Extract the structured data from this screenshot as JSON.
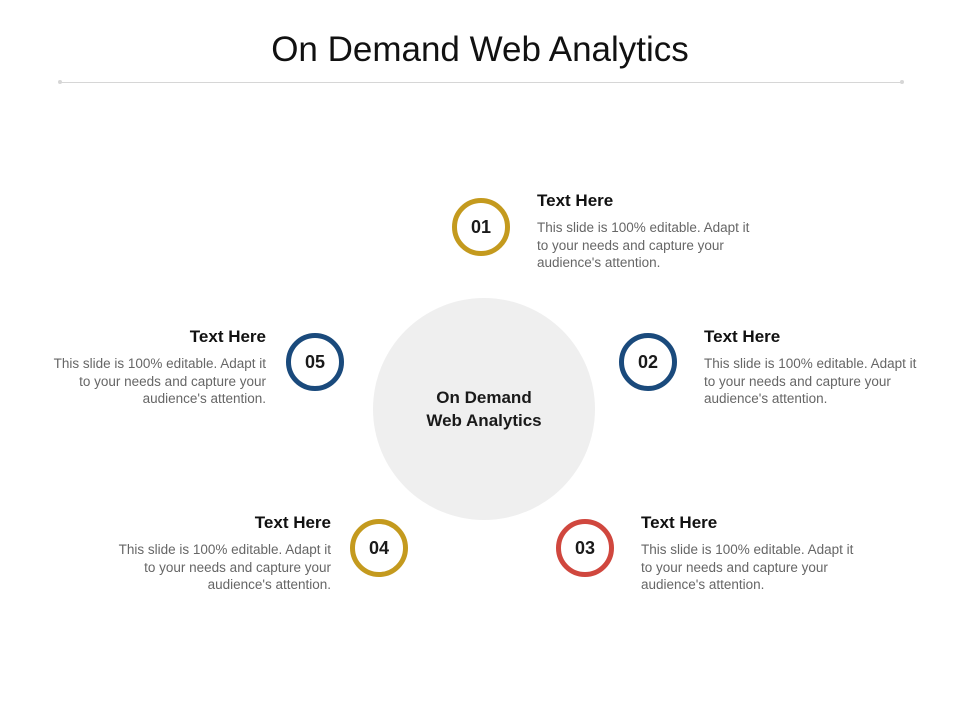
{
  "title": "On Demand Web Analytics",
  "center": {
    "line1": "On Demand",
    "line2": "Web Analytics"
  },
  "colors": {
    "gold": "#c49a1e",
    "navy": "#1a4a7c",
    "red": "#d0473e",
    "hub": "#efefef"
  },
  "items": [
    {
      "number": "01",
      "heading": "Text Here",
      "text": "This slide is 100% editable. Adapt it to your needs and capture your audience's attention.",
      "color": "gold"
    },
    {
      "number": "02",
      "heading": "Text Here",
      "text": "This slide is 100% editable. Adapt it to your needs and capture your audience's attention.",
      "color": "navy"
    },
    {
      "number": "03",
      "heading": "Text Here",
      "text": "This slide is 100% editable. Adapt it to your needs and capture your audience's attention.",
      "color": "red"
    },
    {
      "number": "04",
      "heading": "Text Here",
      "text": "This slide is 100% editable. Adapt it to your needs and capture your audience's attention.",
      "color": "gold"
    },
    {
      "number": "05",
      "heading": "Text Here",
      "text": "This slide is 100% editable. Adapt it to your needs and capture your audience's attention.",
      "color": "navy"
    }
  ]
}
